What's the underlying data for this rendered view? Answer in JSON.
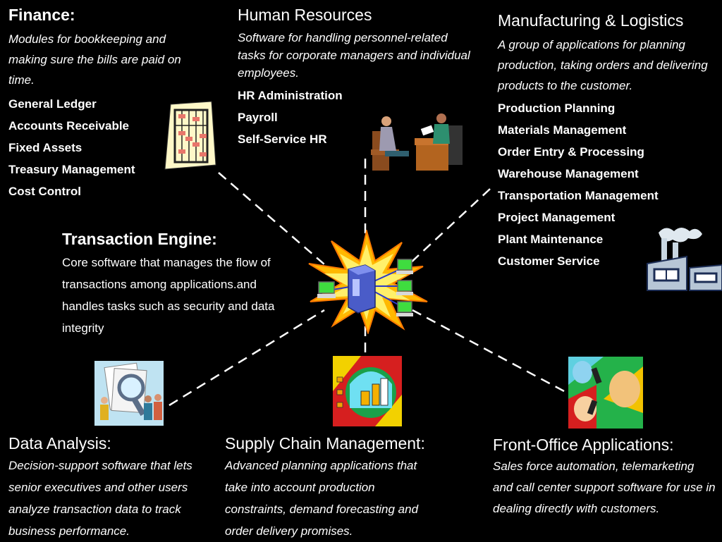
{
  "finance": {
    "title": "Finance:",
    "description": "Modules for bookkeeping and making sure the bills are paid on time.",
    "items": [
      "General Ledger",
      "Accounts Receivable",
      "Fixed Assets",
      "Treasury Management",
      "Cost Control"
    ]
  },
  "human_resources": {
    "title": "Human Resources",
    "description": "Software for handling personnel-related tasks for corporate managers and individual employees.",
    "items": [
      "HR Administration",
      "Payroll",
      "Self-Service HR"
    ]
  },
  "manufacturing": {
    "title": "Manufacturing & Logistics",
    "description": "A group of applications for planning production, taking orders and delivering products to the customer.",
    "items": [
      "Production Planning",
      "Materials Management",
      "Order Entry & Processing",
      "Warehouse Management",
      "Transportation Management",
      "Project Management",
      "Plant Maintenance",
      "Customer Service"
    ]
  },
  "transaction_engine": {
    "title": "Transaction Engine:",
    "description": "Core software that manages the flow of transactions among applications.and handles tasks such as security and data integrity"
  },
  "data_analysis": {
    "title": "Data Analysis:",
    "description": "Decision-support software that lets senior executives and other users analyze transaction data to track business performance."
  },
  "supply_chain": {
    "title": "Supply Chain Management:",
    "description": "Advanced planning applications that take into account production constraints, demand forecasting and order delivery promises."
  },
  "front_office": {
    "title": "Front-Office Applications:",
    "description": "Sales force automation, telemarketing and call center support software for use in dealing directly with customers."
  },
  "colors": {
    "background": "#000000",
    "text": "#ffffff",
    "connector": "#ffffff",
    "burst": "#ffb800"
  },
  "icons": [
    "abacus-icon",
    "interview-icon",
    "factory-icon",
    "server-network-icon",
    "magnifier-people-icon",
    "supply-chain-icon",
    "telemarketing-icon"
  ]
}
